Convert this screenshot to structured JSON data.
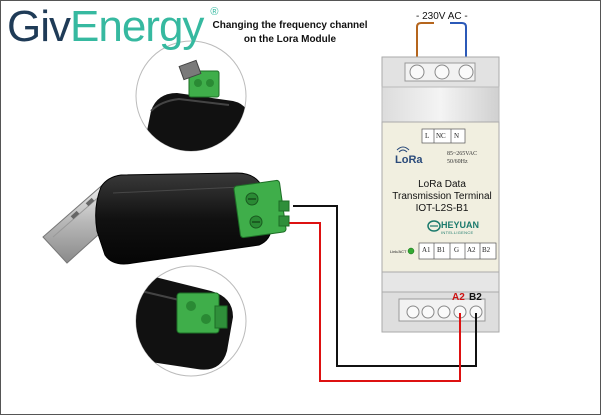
{
  "brand": {
    "part1": "Giv",
    "part2": "Energy",
    "reg": "®"
  },
  "title": {
    "line1": "Changing the frequency channel",
    "line2": "on the Lora Module"
  },
  "power_label": "- 230V AC -",
  "module": {
    "logo": "LoRa",
    "spec_line1": "85~265VAC",
    "spec_line2": "50/60Hz",
    "name_line1": "LoRa Data",
    "name_line2": "Transmission Terminal",
    "model": "IOT-L2S-B1",
    "maker": "HEYUAN",
    "maker_sub": "INTELLIGENCE",
    "led_label": "Link/ACT",
    "top_terminals": [
      "L",
      "NC",
      "N"
    ],
    "bottom_terminals": [
      "A1",
      "B1",
      "G",
      "A2",
      "B2"
    ]
  },
  "wire_labels": {
    "a2": "A2",
    "b2": "B2"
  },
  "colors": {
    "brand_dark": "#1f3b57",
    "brand_teal": "#36b9a0",
    "wire_live": "#b5651d",
    "wire_neutral": "#2b59b8",
    "wire_a2": "#dd1111",
    "wire_b2": "#111111",
    "terminal_green": "#3fae4a"
  },
  "icons": [
    "lora-wifi-icon",
    "heyuan-logo-icon",
    "usb-connector-icon",
    "terminal-block-icon"
  ]
}
